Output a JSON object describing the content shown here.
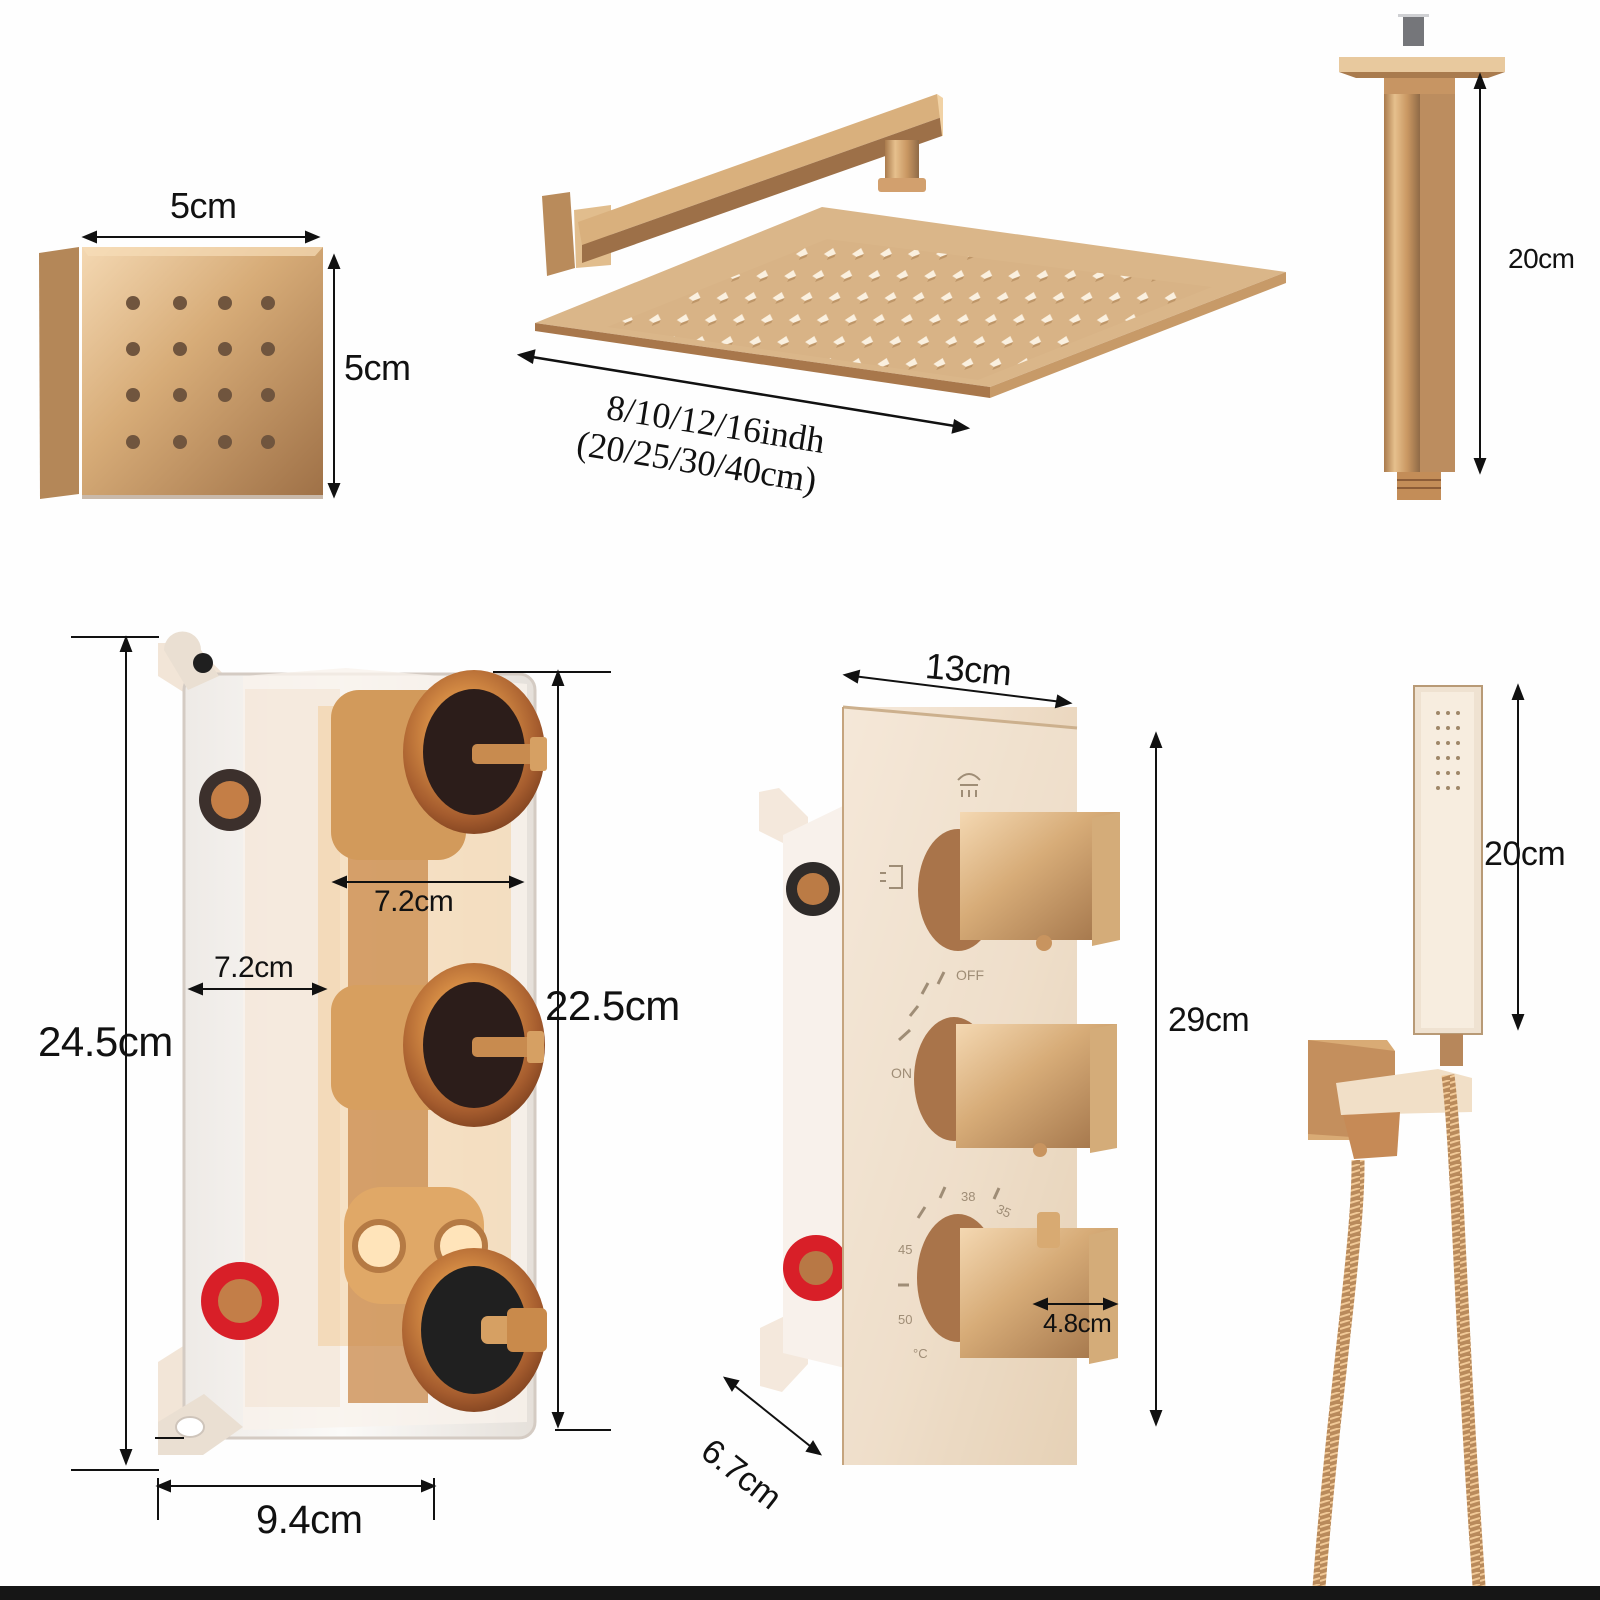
{
  "dimensions": {
    "body_jet_width": "5cm",
    "body_jet_height": "5cm",
    "shower_head_size_inch": "8/10/12/16indh",
    "shower_head_size_cm": "(20/25/30/40cm)",
    "ceiling_arm_length": "20cm",
    "valve_outer_height": "24.5cm",
    "valve_inner_height": "22.5cm",
    "valve_spacing_top": "7.2cm",
    "valve_spacing_left": "7.2cm",
    "valve_width": "9.4cm",
    "panel_width": "13cm",
    "panel_height": "29cm",
    "panel_depth": "6.7cm",
    "knob_width": "4.8cm",
    "handheld_length": "20cm"
  },
  "panel_markings": {
    "off": "OFF",
    "on": "ON",
    "temp_38": "38",
    "temp_35": "35",
    "temp_45": "45",
    "temp_50": "50",
    "unit": "°C"
  },
  "colors": {
    "brushed_gold": "#d6b07f",
    "gold_shadow": "#a57a4c",
    "brass": "#c98a4b",
    "hot_marker": "#d81f28",
    "dimension_line": "#111111"
  }
}
